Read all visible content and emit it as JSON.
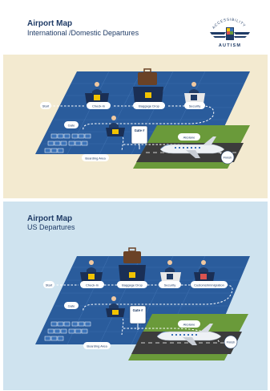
{
  "colors": {
    "navy": "#1f3b66",
    "floor_blue": "#2a5c9c",
    "tile_blue": "#3a72b8",
    "grass": "#6a9a3a",
    "runway": "#3c3c3c",
    "panel_cream": "#f3ead0",
    "panel_blue": "#cfe3ef",
    "sign_yellow": "#f2c300"
  },
  "maps": [
    {
      "title": "Airport Map",
      "subtitle": "International /Domestic Departures",
      "labels": {
        "start": "Start",
        "checkin": "Check-In",
        "baggage": "Baggage Drop",
        "security": "Security",
        "gate": "Gate",
        "gate_num": "Gate #",
        "airplane": "Airplane",
        "boarding": "Boarding Area",
        "finish": "Finish"
      },
      "logo": {
        "arc_text": "ACCESSIBILITY",
        "word": "AUTISM",
        "icon": "airport-wings-logo-icon"
      }
    },
    {
      "title": "Airport Map",
      "subtitle": "US Departures",
      "labels": {
        "start": "Start",
        "checkin": "Check-In",
        "baggage": "Baggage Drop",
        "security": "Security",
        "customs": "Customs/Immigration",
        "gate": "Gate",
        "gate_num": "Gate #",
        "airplane": "Airplane",
        "boarding": "Boarding Area",
        "finish": "Finish"
      }
    }
  ]
}
